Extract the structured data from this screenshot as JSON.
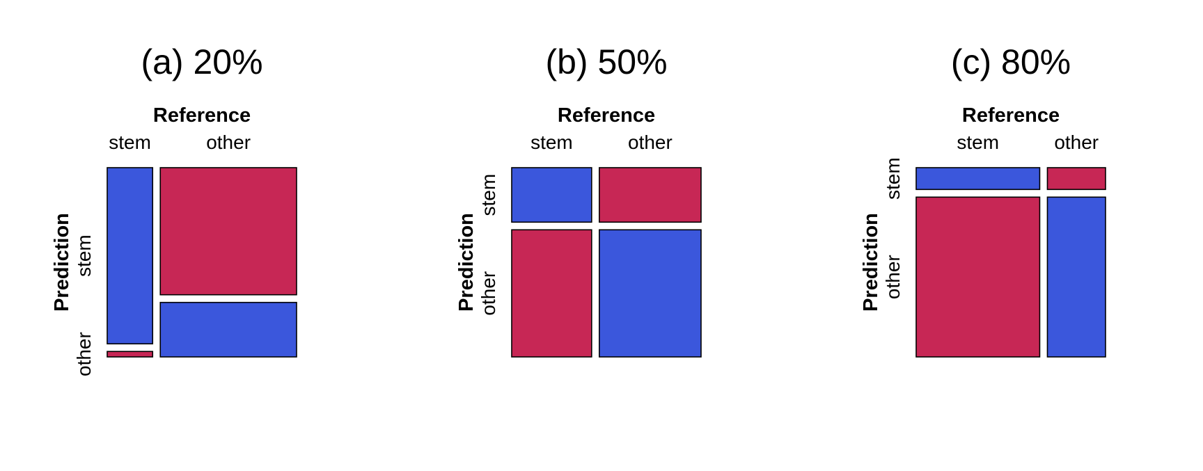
{
  "colors": {
    "correct": "#3B57DC",
    "incorrect": "#C72755",
    "outline": "#000000",
    "background": "#FFFFFF"
  },
  "chart_data": [
    {
      "type": "mosaic",
      "title": "(a) 20%",
      "xlabel": "Reference",
      "ylabel": "Prediction",
      "reference_levels": [
        "stem",
        "other"
      ],
      "prediction_levels": [
        "stem",
        "other"
      ],
      "reference_proportions": [
        0.25,
        0.75
      ],
      "prediction_given_reference": {
        "stem": {
          "stem": 0.97,
          "other": 0.03
        },
        "other": {
          "stem": 0.7,
          "other": 0.3
        }
      }
    },
    {
      "type": "mosaic",
      "title": "(b) 50%",
      "xlabel": "Reference",
      "ylabel": "Prediction",
      "reference_levels": [
        "stem",
        "other"
      ],
      "prediction_levels": [
        "stem",
        "other"
      ],
      "reference_proportions": [
        0.44,
        0.56
      ],
      "prediction_given_reference": {
        "stem": {
          "stem": 0.3,
          "other": 0.7
        },
        "other": {
          "stem": 0.3,
          "other": 0.7
        }
      }
    },
    {
      "type": "mosaic",
      "title": "(c) 80%",
      "xlabel": "Reference",
      "ylabel": "Prediction",
      "reference_levels": [
        "stem",
        "other"
      ],
      "prediction_levels": [
        "stem",
        "other"
      ],
      "reference_proportions": [
        0.68,
        0.32
      ],
      "prediction_given_reference": {
        "stem": {
          "stem": 0.12,
          "other": 0.88
        },
        "other": {
          "stem": 0.12,
          "other": 0.88
        }
      }
    }
  ]
}
